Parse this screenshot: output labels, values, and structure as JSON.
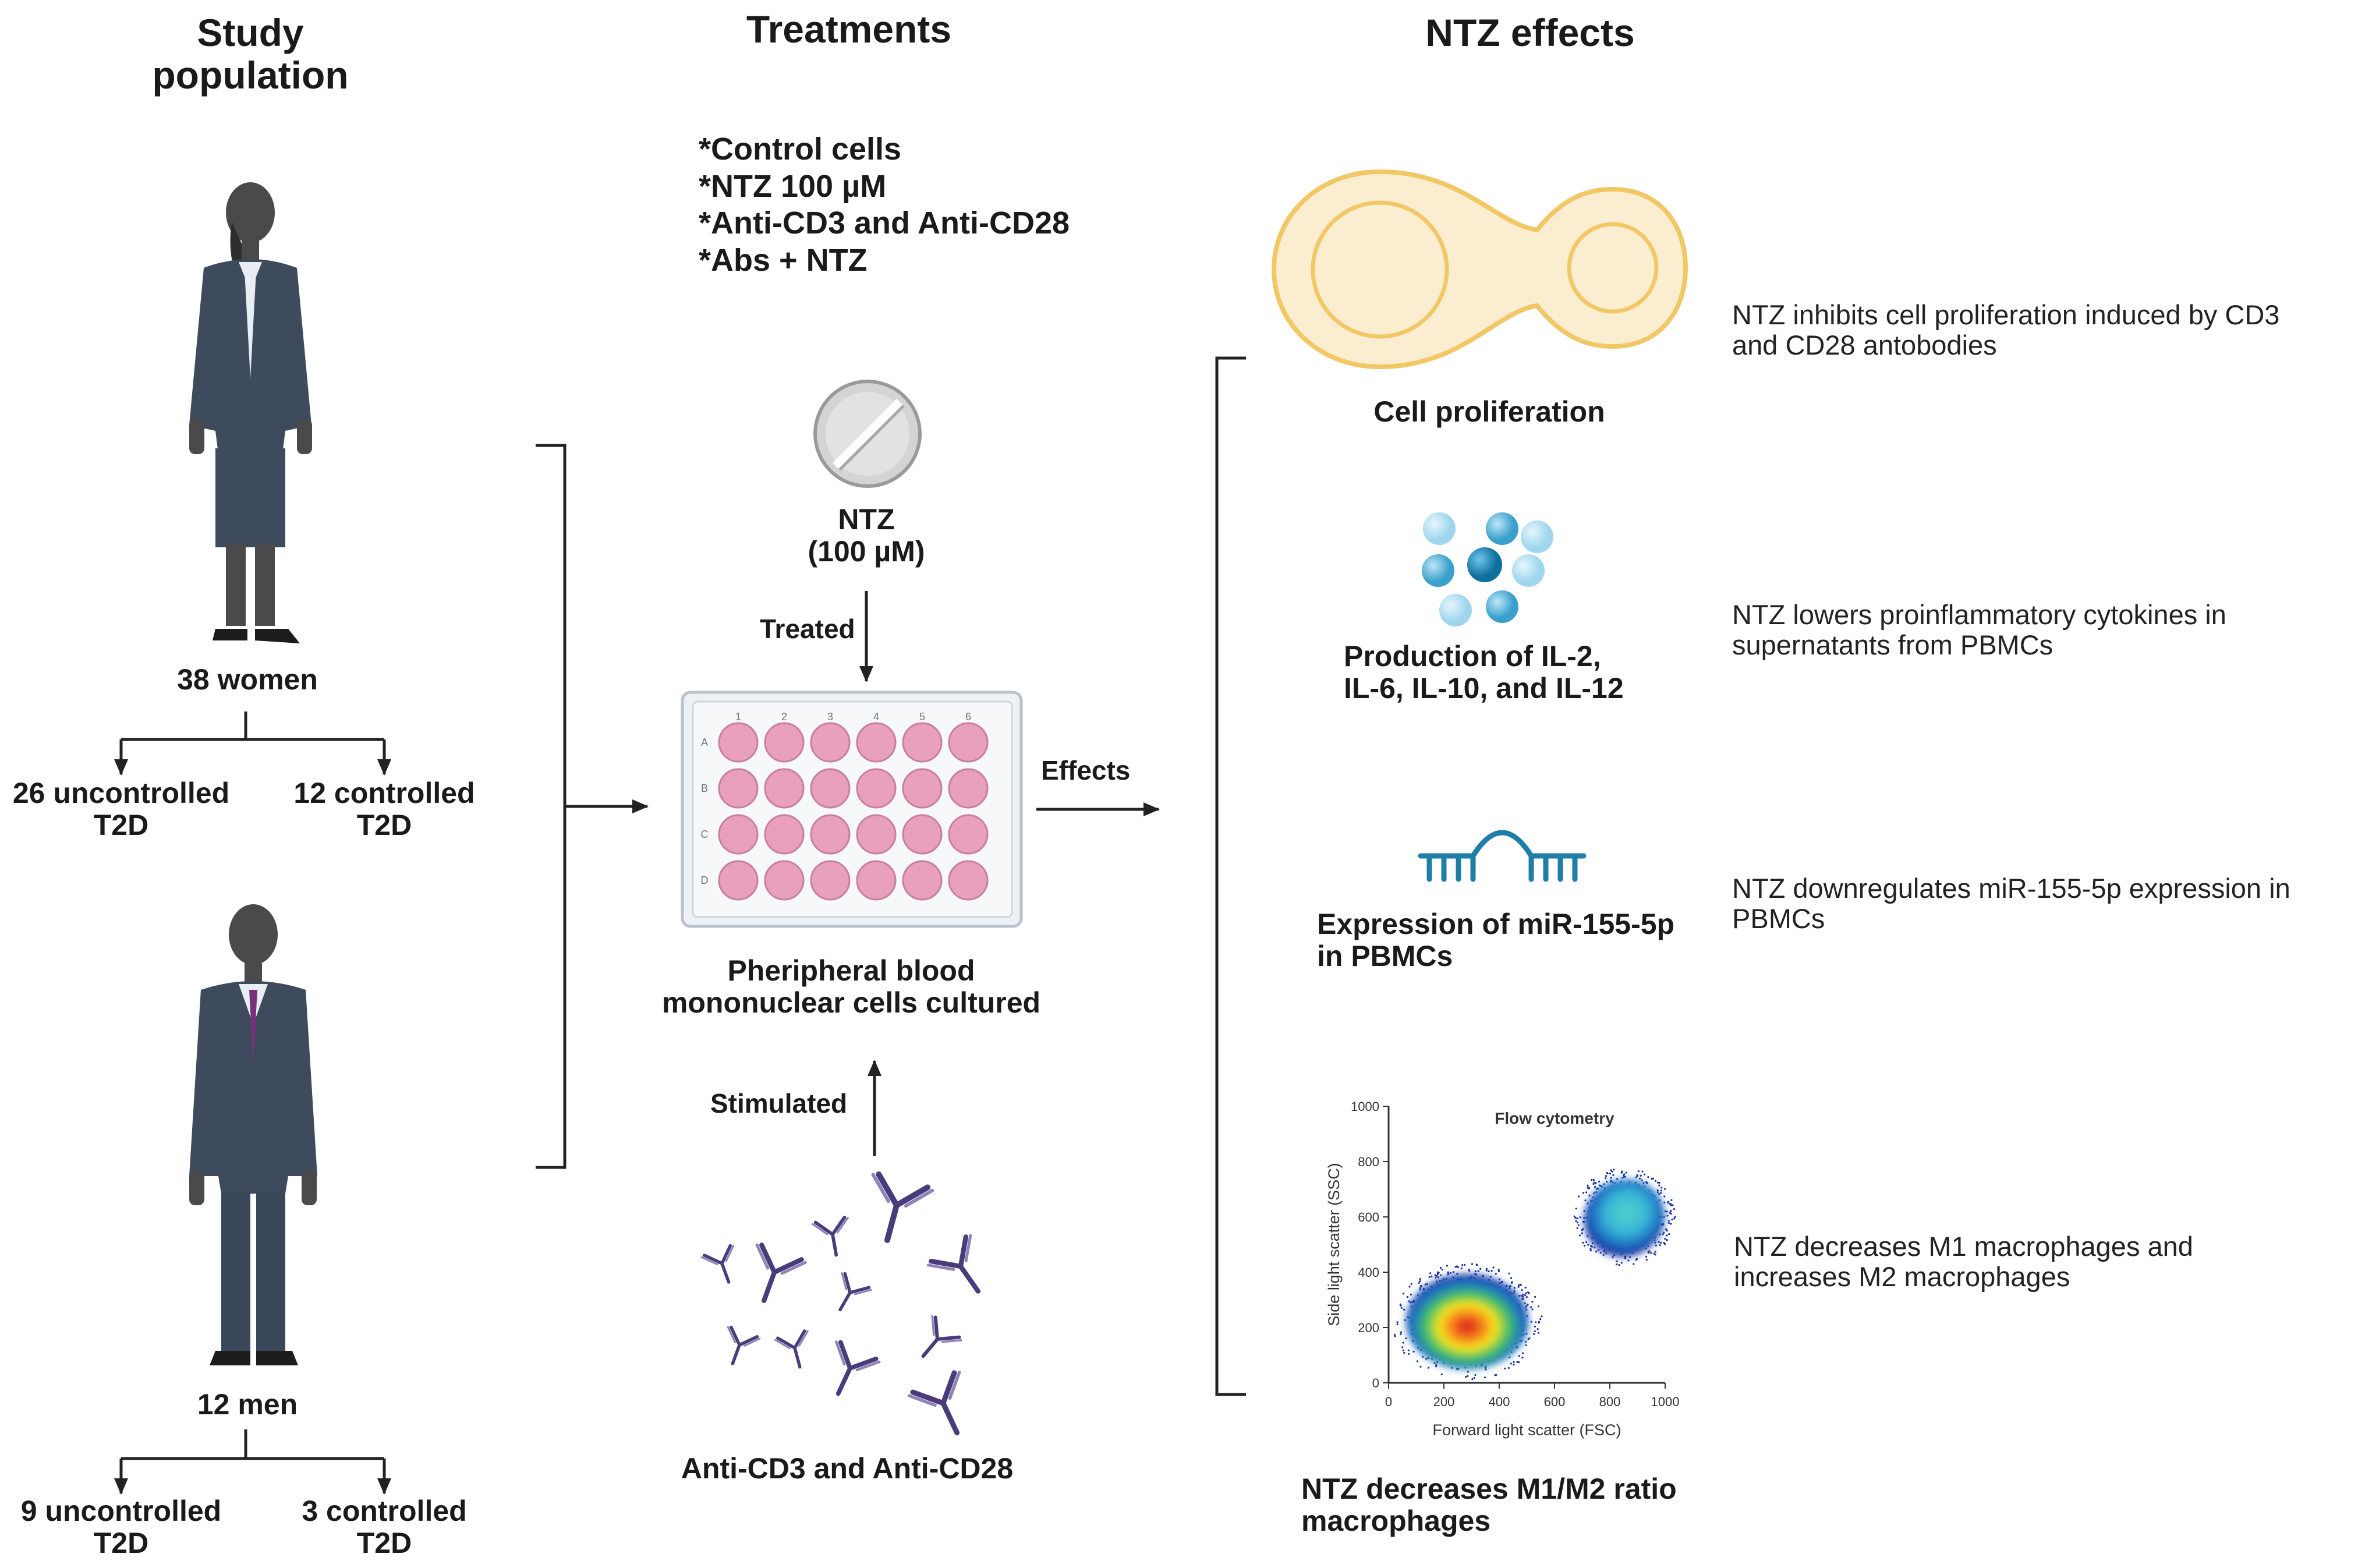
{
  "headers": {
    "study_population": [
      "Study",
      "population"
    ],
    "treatments": "Treatments",
    "ntz_effects": "NTZ effects"
  },
  "population": {
    "women": {
      "label": "38 women",
      "uncontrolled": [
        "26 uncontrolled",
        "T2D"
      ],
      "controlled": [
        "12 controlled",
        "T2D"
      ]
    },
    "men": {
      "label": "12 men",
      "uncontrolled": [
        "9 uncontrolled",
        "T2D"
      ],
      "controlled": [
        "3 controlled",
        "T2D"
      ]
    }
  },
  "treatments": {
    "list": [
      "*Control cells",
      "*NTZ 100 µM",
      "*Anti-CD3 and Anti-CD28",
      "*Abs + NTZ"
    ],
    "ntz_label": [
      "NTZ",
      "(100 µM)"
    ],
    "treated_label": "Treated",
    "plate_label": [
      "Pheripheral blood",
      "mononuclear cells cultured"
    ],
    "stimulated_label": "Stimulated",
    "antibodies_label": "Anti-CD3 and Anti-CD28",
    "effects_label": "Effects",
    "plate_columns": [
      "1",
      "2",
      "3",
      "4",
      "5",
      "6"
    ],
    "plate_rows": [
      "A",
      "B",
      "C",
      "D"
    ]
  },
  "effects": [
    {
      "label": [
        "Cell proliferation"
      ],
      "description": [
        "NTZ inhibits cell proliferation induced by CD3",
        "and CD28 antobodies"
      ],
      "icon": "dividing-cell-icon"
    },
    {
      "label": [
        "Production of IL-2,",
        "IL-6, IL-10, and IL-12"
      ],
      "description": [
        "NTZ lowers proinflammatory cytokines in",
        "supernatants from PBMCs"
      ],
      "icon": "cytokines-icon"
    },
    {
      "label": [
        "Expression of miR-155-5p",
        "in PBMCs"
      ],
      "description": [
        "NTZ downregulates miR-155-5p expression in",
        "PBMCs"
      ],
      "icon": "microrna-icon"
    },
    {
      "label": [
        "NTZ decreases M1/M2 ratio",
        "macrophages"
      ],
      "description": [
        "NTZ decreases M1 macrophages and",
        "increases M2 macrophages"
      ],
      "icon": "flow-cytometry-icon"
    }
  ],
  "flow_plot": {
    "title": "Flow cytometry",
    "xlabel": "Forward light scatter (FSC)",
    "ylabel": "Side light scatter (SSC)",
    "x_ticks": [
      "0",
      "200",
      "400",
      "600",
      "800",
      "1000"
    ],
    "y_ticks": [
      "0",
      "200",
      "400",
      "600",
      "800",
      "1000"
    ]
  },
  "colors": {
    "suit": "#3d4b5c",
    "skin": "#4a4a4a",
    "plate_well": "#e8a0bd",
    "cell_fill": "#fbeed0",
    "cell_stroke": "#f2c766",
    "antibody": "#4a3b7a",
    "cytokine": "#3aa0cc"
  }
}
